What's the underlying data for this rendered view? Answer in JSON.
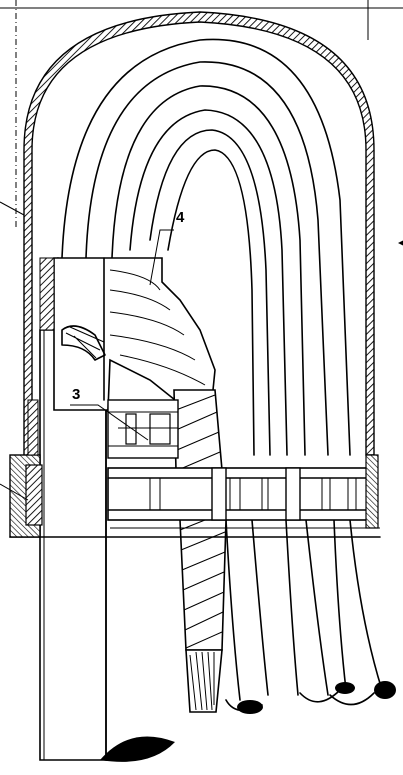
{
  "figure": {
    "callouts": [
      {
        "id": "label-4",
        "text": "4"
      },
      {
        "id": "label-3",
        "text": "3"
      }
    ]
  }
}
